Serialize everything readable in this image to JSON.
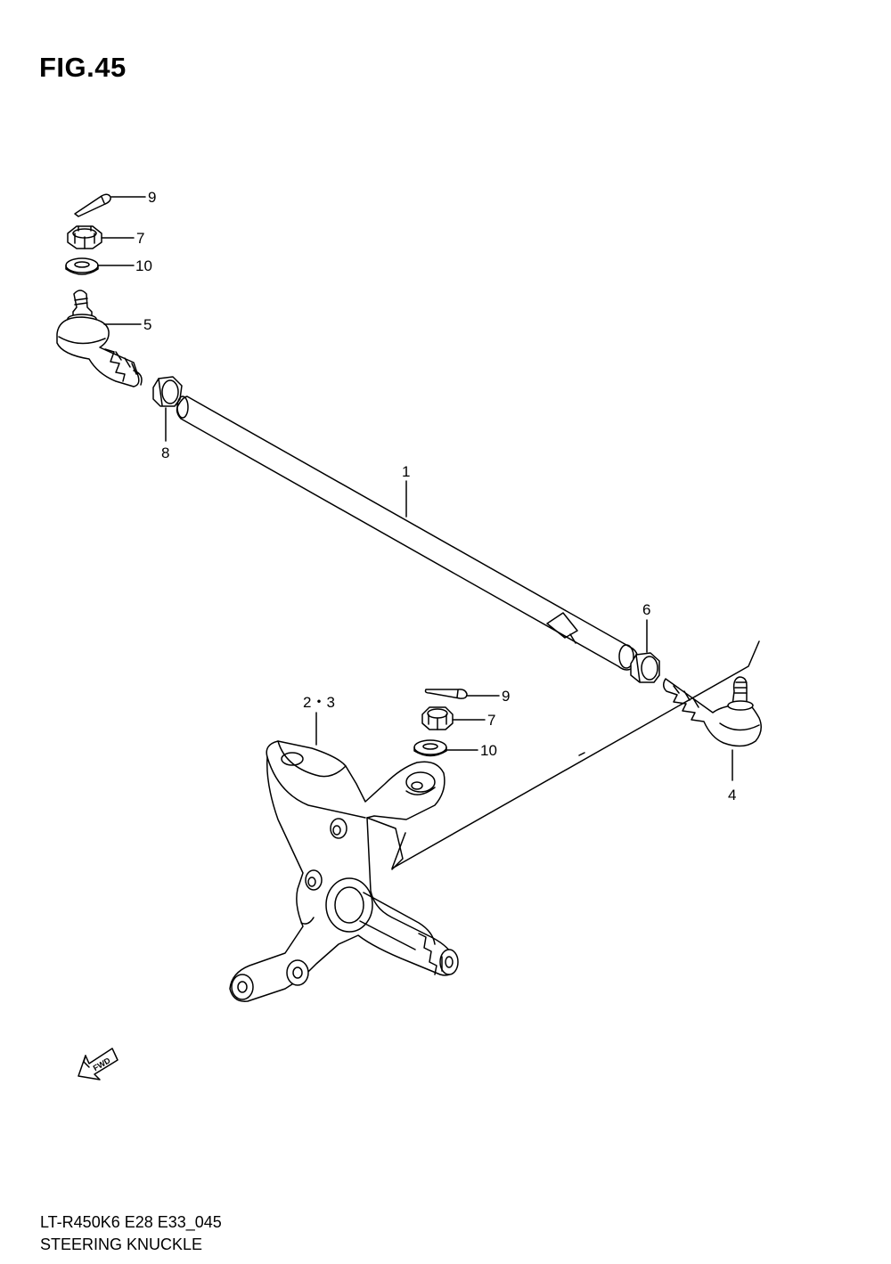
{
  "figure": {
    "title": "FIG.45"
  },
  "callouts": {
    "c9_top": "9",
    "c7_top": "7",
    "c10_top": "10",
    "c5": "5",
    "c8": "8",
    "c1": "1",
    "c6": "6",
    "c9_mid": "9",
    "c7_mid": "7",
    "c10_mid": "10",
    "c23": "2・3",
    "c4": "4"
  },
  "fwd_label": "FWD",
  "footer": {
    "model": "LT-R450K6 E28 E33_045",
    "caption": "STEERING KNUCKLE"
  }
}
